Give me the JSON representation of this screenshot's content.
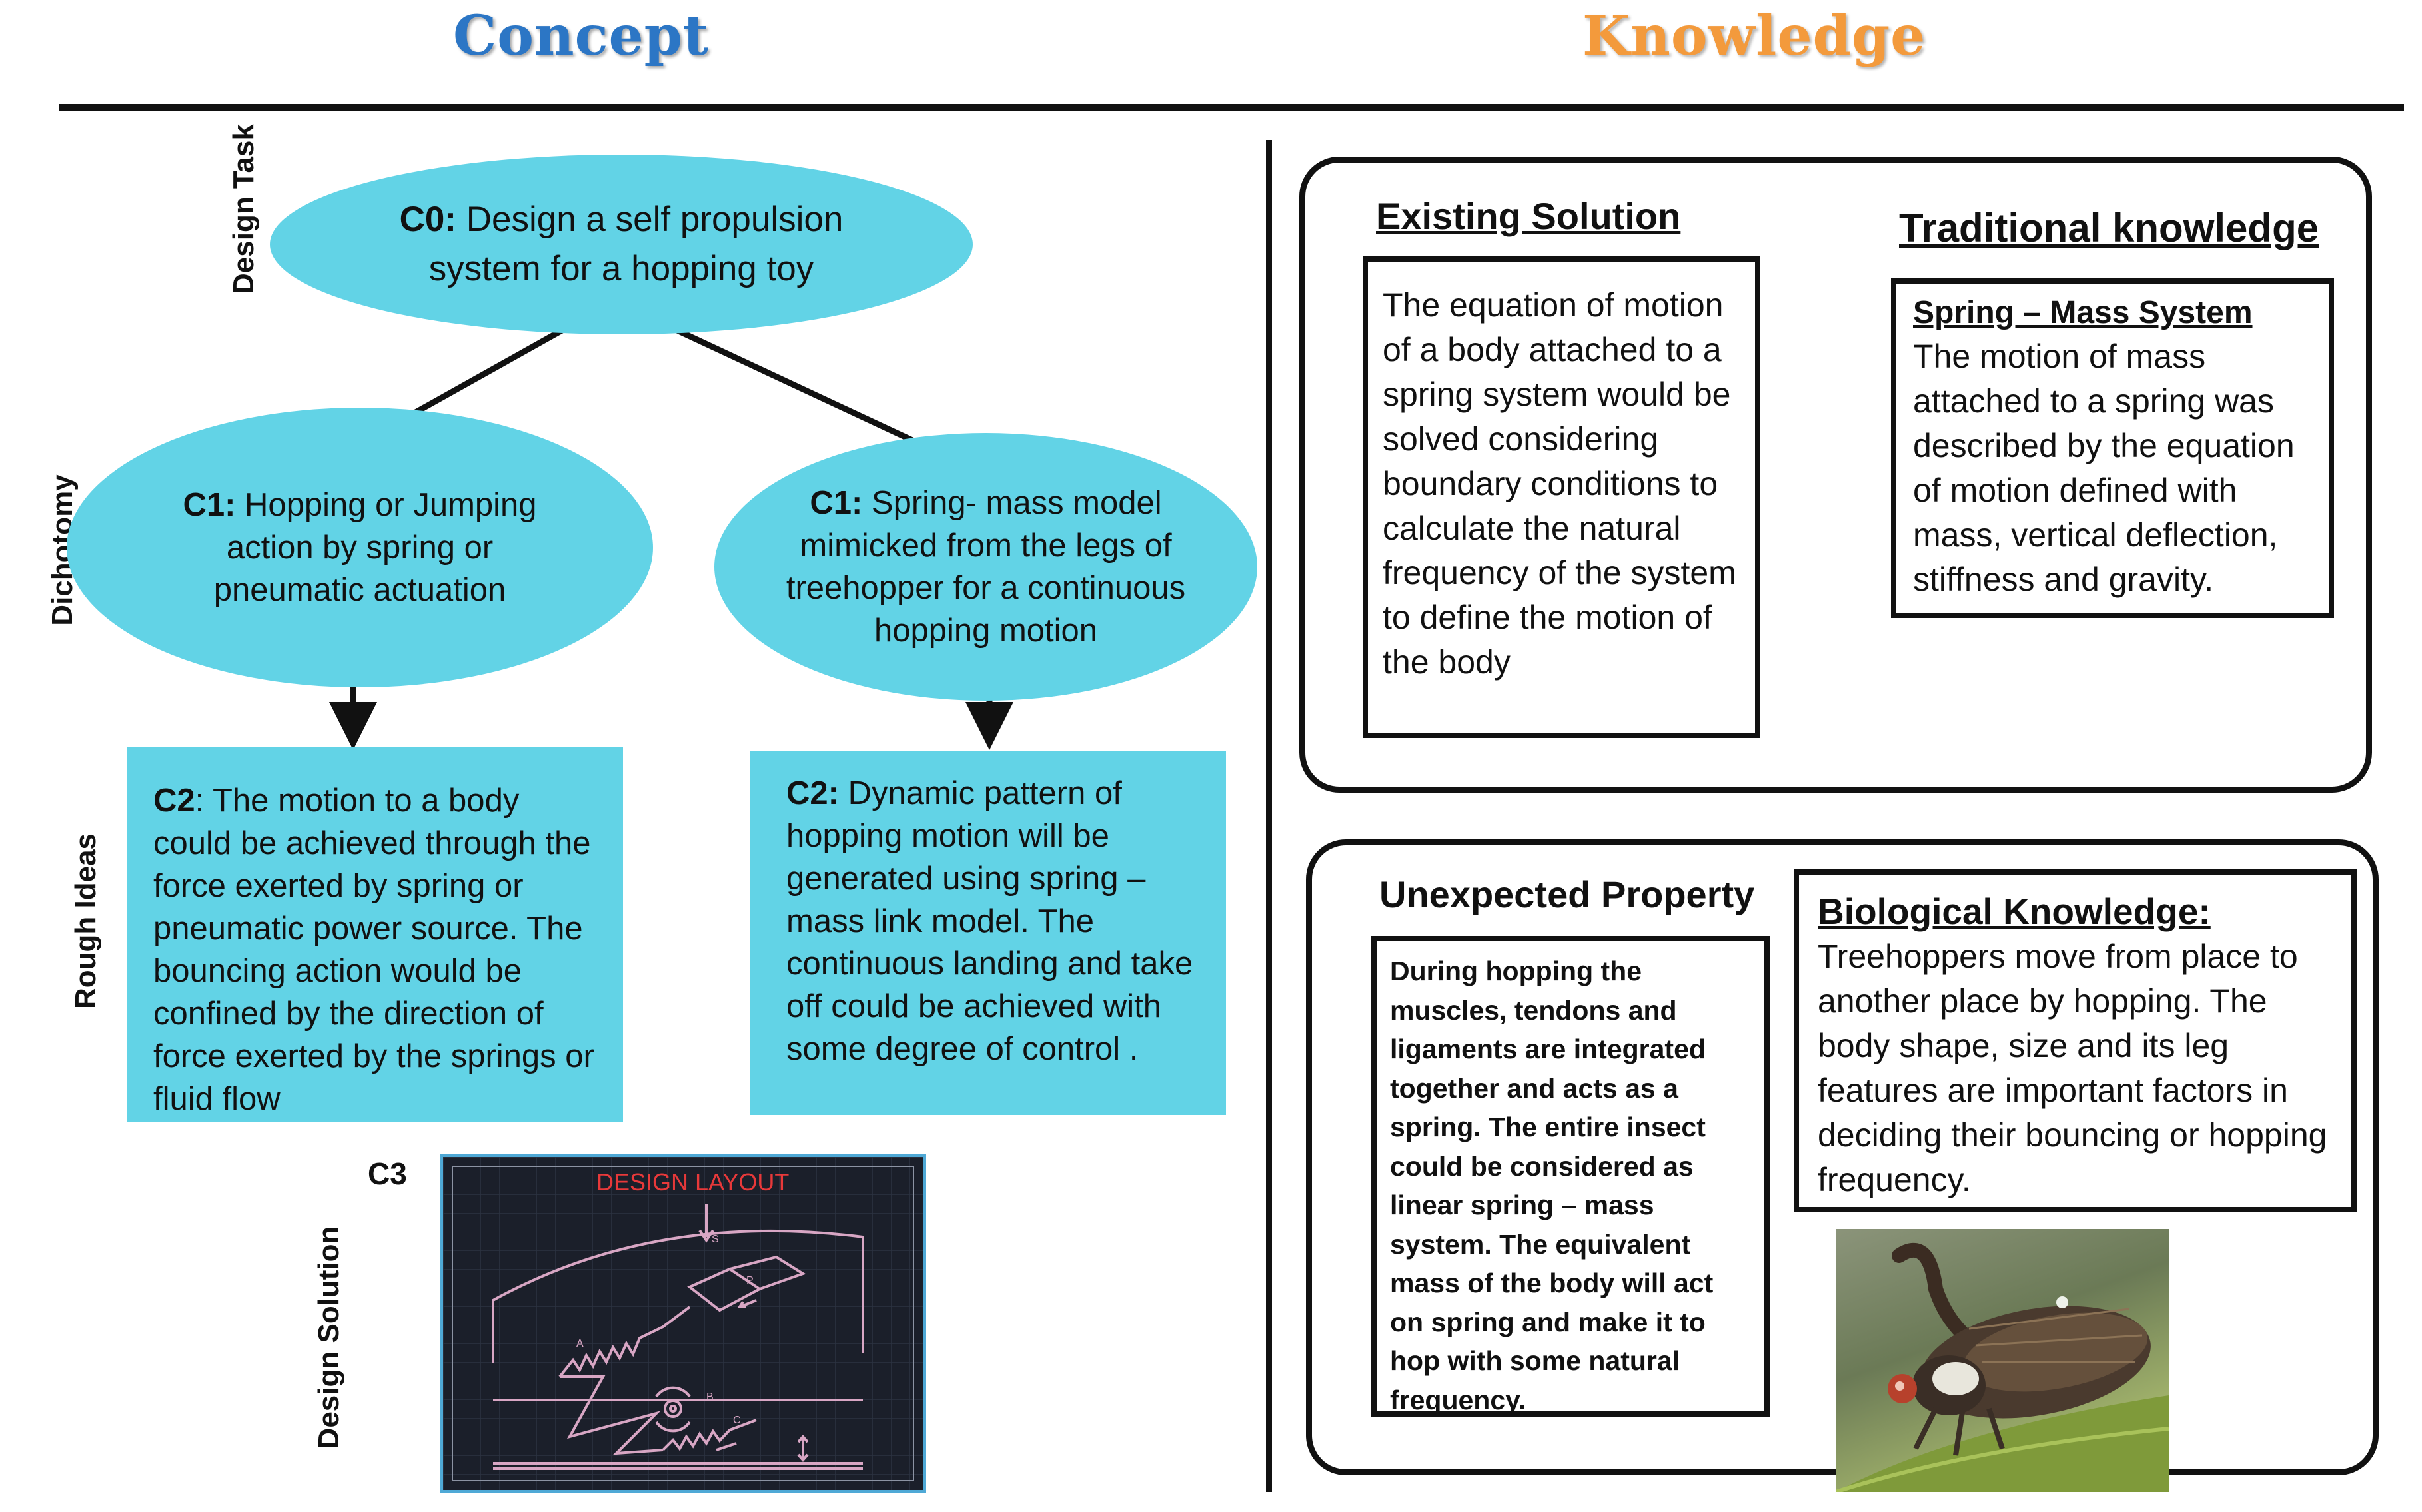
{
  "headers": {
    "concept": "Concept",
    "knowledge": "Knowledge"
  },
  "side_labels": {
    "design_task": "Design Task",
    "dichotomy": "Dichotomy",
    "rough_ideas": "Rough Ideas",
    "design_solution": "Design Solution"
  },
  "concept": {
    "c0": {
      "tag": "C0:",
      "text": " Design a self propulsion system for a hopping toy"
    },
    "c1_left": {
      "tag": "C1:",
      "text": " Hopping or Jumping action by spring or pneumatic actuation"
    },
    "c1_right": {
      "tag": "C1:",
      "text": " Spring- mass model mimicked from the legs of treehopper for a continuous hopping motion"
    },
    "c2_left": {
      "tag": "C2",
      "text": ": The motion to a body could be achieved through the force exerted by spring or pneumatic power source. The bouncing action would be confined by the direction of force exerted by the springs or fluid flow"
    },
    "c2_right": {
      "tag": "C2:",
      "text": " Dynamic pattern of hopping motion will be generated using spring – mass link model. The continuous landing and take off could be achieved with some degree of control ."
    },
    "c3": {
      "tag": "C3",
      "layout_title": "DESIGN LAYOUT",
      "labels": {
        "s": "S",
        "p": "P",
        "a": "A",
        "b": "B",
        "c": "C"
      }
    }
  },
  "knowledge": {
    "existing_solution": {
      "title": "Existing Solution",
      "text": "The equation of motion of a body attached to a spring system would be solved considering boundary conditions to calculate the natural frequency of the system to define the motion of the body"
    },
    "traditional_knowledge": {
      "title": "Traditional knowledge",
      "subtitle": "Spring – Mass System",
      "text": "The motion of mass attached to a spring was described by the equation of motion defined with mass, vertical deflection, stiffness and gravity."
    },
    "unexpected_property": {
      "title": "Unexpected Property",
      "text": "During hopping the muscles, tendons and ligaments are integrated together and acts as a spring. The entire insect could be considered as linear spring – mass system. The equivalent mass of the body will act on spring and make it to hop with some natural frequency."
    },
    "biological_knowledge": {
      "title": "Biological  Knowledge:",
      "text": "Treehoppers move from place to another place by hopping. The body shape, size and its leg features are important factors in deciding their bouncing or hopping frequency."
    }
  },
  "colors": {
    "concept_header": "#2c76c5",
    "knowledge_header": "#f39a3c",
    "shape_fill": "#62d3e6",
    "layout_bg": "#1b1f2a",
    "layout_frame": "#4fa9d6",
    "layout_title": "#e8393a",
    "layout_lines": "#d8a6c4"
  },
  "icons": {
    "treehopper_photo": "treehopper-photo"
  }
}
